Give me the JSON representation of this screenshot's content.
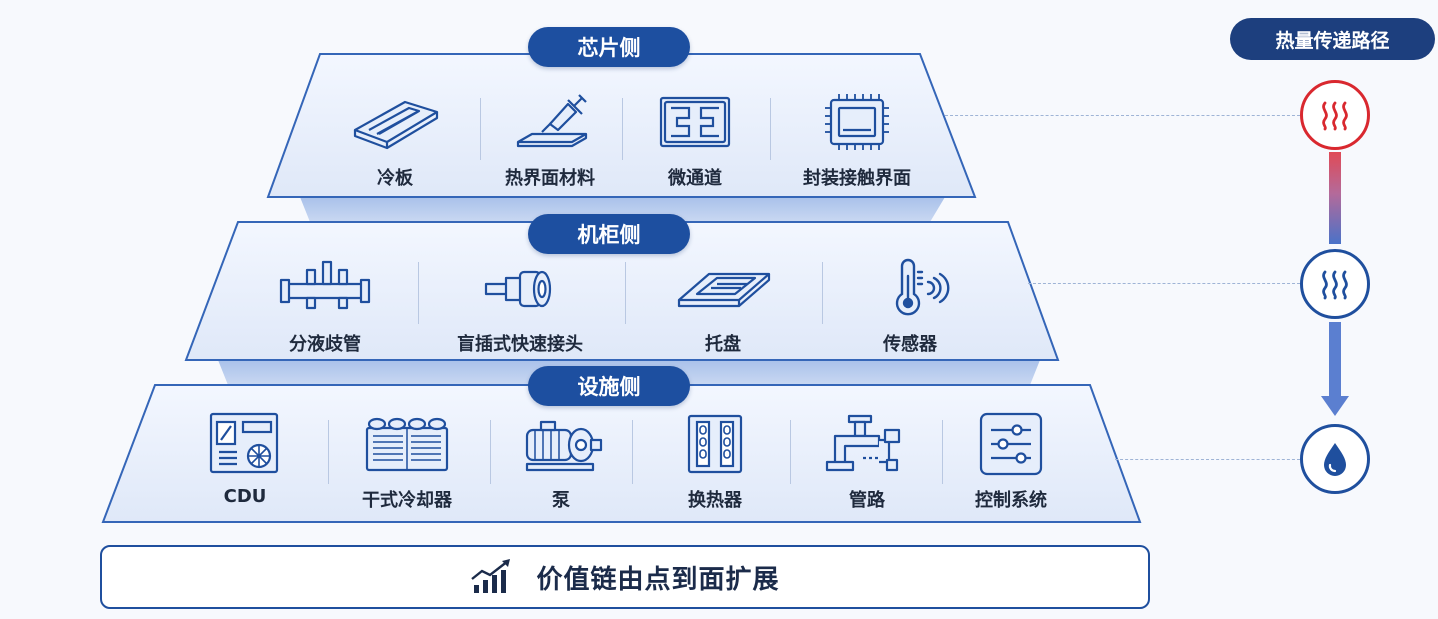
{
  "path": {
    "title": "热量传递路径",
    "icons": [
      "heat-waves-icon",
      "heat-waves-icon",
      "water-drop-icon"
    ],
    "colors": {
      "hot": "#d9282f",
      "cold": "#1f4f9e"
    }
  },
  "tiers": [
    {
      "title": "芯片侧",
      "items": [
        {
          "label": "冷板",
          "icon": "cold-plate-icon"
        },
        {
          "label": "热界面材料",
          "icon": "syringe-icon"
        },
        {
          "label": "微通道",
          "icon": "microchannel-icon"
        },
        {
          "label": "封装接触界面",
          "icon": "chip-package-icon"
        }
      ]
    },
    {
      "title": "机柜侧",
      "items": [
        {
          "label": "分液歧管",
          "icon": "manifold-icon"
        },
        {
          "label": "盲插式快速接头",
          "icon": "quick-connector-icon"
        },
        {
          "label": "托盘",
          "icon": "tray-icon"
        },
        {
          "label": "传感器",
          "icon": "thermometer-sensor-icon"
        }
      ]
    },
    {
      "title": "设施侧",
      "items": [
        {
          "label": "CDU",
          "icon": "cdu-cabinet-icon"
        },
        {
          "label": "干式冷却器",
          "icon": "dry-cooler-icon"
        },
        {
          "label": "泵",
          "icon": "pump-icon"
        },
        {
          "label": "换热器",
          "icon": "heat-exchanger-icon"
        },
        {
          "label": "管路",
          "icon": "piping-icon"
        },
        {
          "label": "控制系统",
          "icon": "control-sliders-icon"
        }
      ]
    }
  ],
  "banner": {
    "text": "价值链由点到面扩展",
    "icon": "growth-chart-icon"
  },
  "accent": "#1d4fa0"
}
